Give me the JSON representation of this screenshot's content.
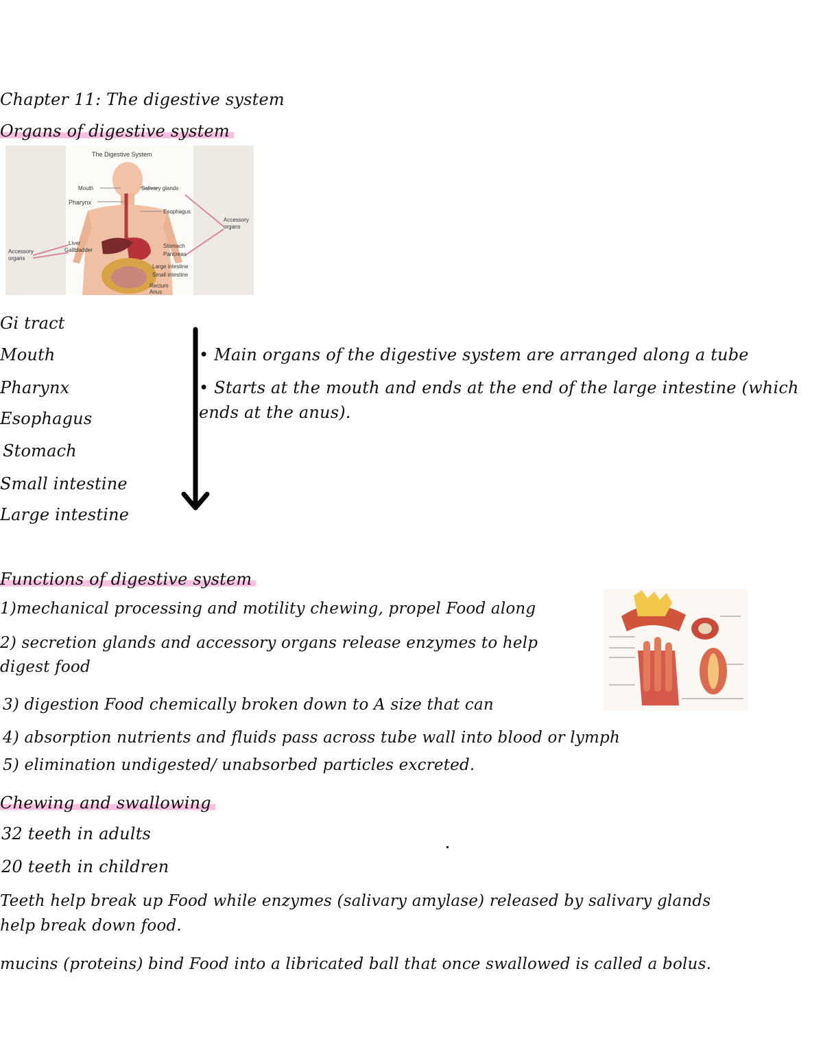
{
  "title": "Chapter 11: The digestive system",
  "section1": {
    "heading": "Organs of digestive system",
    "figure": {
      "title": "The Digestive System",
      "labels": {
        "mouth": "Mouth",
        "pharynx": "Pharynx",
        "salivary": "Salivary glands",
        "esophagus": "Esophagus",
        "accessory_right_1": "Accessory",
        "accessory_right_2": "organs",
        "accessory_left_1": "Accessory",
        "accessory_left_2": "organs",
        "liver": "Liver",
        "gallbladder": "Gallbladder",
        "stomach": "Stomach",
        "pancreas": "Pancreas",
        "large_intestine": "Large intestine",
        "small_intestine": "Small intestine",
        "rectum": "Rectum",
        "anus": "Anus"
      }
    }
  },
  "gi_tract": {
    "heading": "Gi tract",
    "organs": [
      "Mouth",
      "Pharynx",
      "Esophagus",
      "Stomach",
      "Small intestine",
      "Large intestine"
    ],
    "bullets": [
      "• Main organs of the digestive system are arranged along a tube",
      "• Starts at the mouth and ends at the end of the large intestine (which",
      "ends at the anus)."
    ]
  },
  "functions": {
    "heading": "Functions of digestive system",
    "items": [
      "1)mechanical processing and motility  chewing, propel Food along",
      "2) secretion  glands and accessory organs release enzymes to help",
      "digest food",
      "3) digestion  Food chemically broken down to A size that can",
      "4) absorption  nutrients and fluids pass across tube wall into blood or lymph",
      "5) elimination  undigested/ unabsorbed particles excreted."
    ]
  },
  "chewing": {
    "heading": "Chewing and swallowing",
    "lines": [
      "32 teeth in adults",
      "20 teeth in children",
      "Teeth help break up Food while enzymes (salivary amylase) released by salivary glands",
      "help break down food.",
      "mucins (proteins) bind Food into a libricated ball that once swallowed is called a bolus."
    ]
  }
}
